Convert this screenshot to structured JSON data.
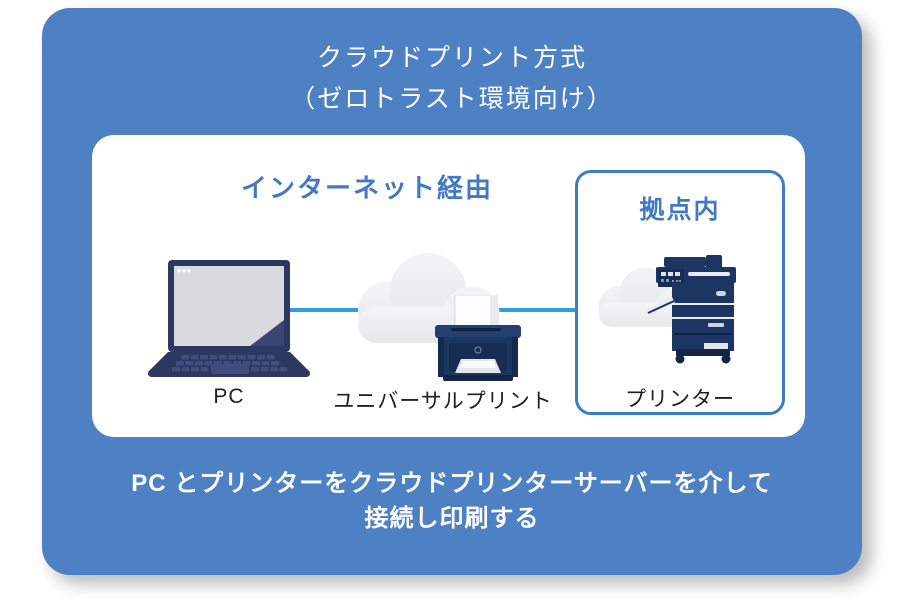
{
  "title": {
    "line1": "クラウドプリント方式",
    "line2": "（ゼロトラスト環境向け）"
  },
  "diagram": {
    "internet_label": "インターネット経由",
    "site_box_label": "拠点内",
    "nodes": [
      {
        "id": "pc",
        "icon": "laptop-icon",
        "label": "PC"
      },
      {
        "id": "universal-print",
        "icon": "cloud-printer-icon",
        "label": "ユニバーサルプリント"
      },
      {
        "id": "printer",
        "icon": "cloud-mfp-icon",
        "label": "プリンター"
      }
    ]
  },
  "caption": {
    "line1": "PC とプリンターをクラウドプリンターサーバーを介して",
    "line2": "接続し印刷する"
  },
  "colors": {
    "card_background": "#4e81c4",
    "panel_background": "#ffffff",
    "heading_blue": "#4478c4",
    "site_box_border": "#3c7ccc",
    "connector_line": "#2f9ce4",
    "illustration_navy": "#1d3563",
    "cloud_gray": "#edeff1",
    "title_text": "#ffffff",
    "label_text": "#1f1f1f"
  }
}
